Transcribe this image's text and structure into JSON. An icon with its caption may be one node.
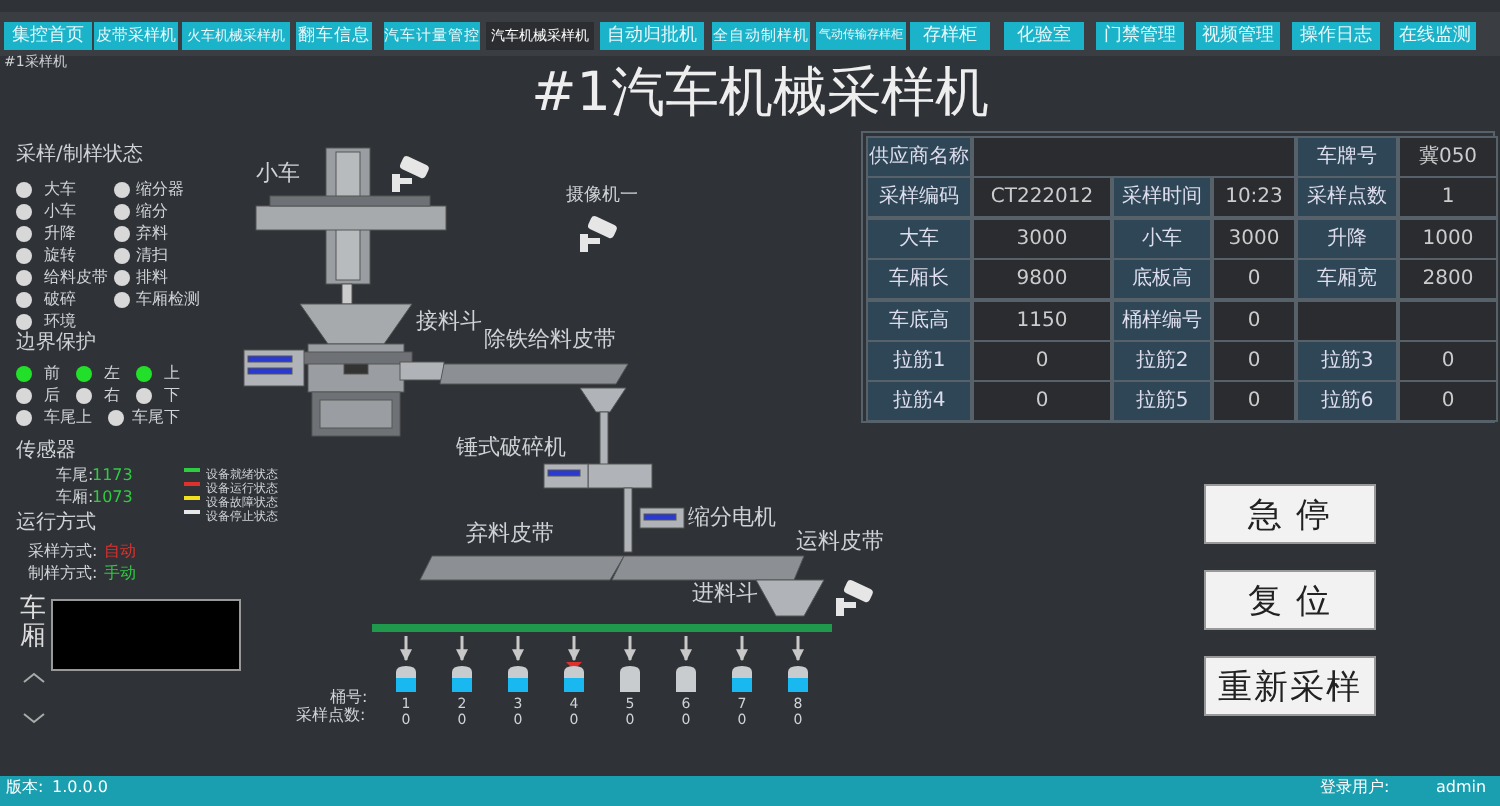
{
  "diagram": {
    "title": "#1汽车机械采样机",
    "nodes": [
      {
        "text": [
          "1",
          "0"
        ]
      },
      {
        "text": [
          "2",
          "0"
        ]
      },
      {
        "text": [
          "3",
          "0"
        ]
      },
      {
        "text": [
          "4",
          "0"
        ]
      },
      {
        "text": [
          "5",
          "0"
        ]
      },
      {
        "text": [
          "6",
          "0"
        ]
      },
      {
        "text": [
          "7",
          "0"
        ]
      },
      {
        "text": [
          "8",
          "0"
        ]
      },
      {
        "text": [],
        "shape": "box"
      }
    ],
    "edges": [
      {
        "from": null,
        "to": 0,
        "arrow": "to"
      },
      {
        "from": null,
        "to": 1,
        "arrow": "to"
      },
      {
        "from": null,
        "to": 2,
        "arrow": "to"
      },
      {
        "from": null,
        "to": 3,
        "arrow": "to"
      },
      {
        "from": null,
        "to": 4,
        "arrow": "to"
      },
      {
        "from": null,
        "to": 5,
        "arrow": "to"
      },
      {
        "from": null,
        "to": 6,
        "arrow": "to"
      },
      {
        "from": null,
        "to": 7,
        "arrow": "to"
      }
    ],
    "labels": [
      "#1采样机",
      "集控首页",
      "皮带采样机",
      "火车机械采样机",
      "翻车信息",
      "汽车计量管控",
      "汽车机械采样机",
      "自动归批机",
      "全自动制样机",
      "气动传输存样柜",
      "存样柜",
      "化验室",
      "门禁管理",
      "视频管理",
      "操作日志",
      "在线监测",
      "采样/制样状态",
      "大车",
      "缩分器",
      "小车",
      "缩分",
      "升降",
      "弃料",
      "旋转",
      "清扫",
      "给料皮带",
      "排料",
      "破碎",
      "车厢检测",
      "环境",
      "边界保护",
      "前",
      "左",
      "上",
      "后",
      "右",
      "下",
      "车尾上",
      "车尾下",
      "传感器",
      "车尾:",
      "1173",
      "车厢:",
      "1073",
      "运行方式",
      "采样方式:",
      "自动",
      "制样方式:",
      "手动",
      "车厢",
      "供应商名称",
      "车牌号",
      "冀050",
      "采样编码",
      "CT222012",
      "采样时间",
      "10:23",
      "采样点数",
      "1",
      "大车",
      "3000",
      "小车",
      "3000",
      "升降",
      "1000",
      "车厢长",
      "9800",
      "底板高",
      "0",
      "车厢宽",
      "2800",
      "车底高",
      "1150",
      "桶样编号",
      "0",
      "拉筋1",
      "0",
      "拉筋2",
      "0",
      "拉筋3",
      "0",
      "拉筋4",
      "0",
      "拉筋5",
      "0",
      "拉筋6",
      "0",
      "急 停",
      "复 位",
      "重新采样",
      "小车",
      "摄像机一",
      "接料斗",
      "除铁给料皮带",
      "锤式破碎机",
      "缩分电机",
      "弃料皮带",
      "运料皮带",
      "进料斗",
      "桶号:",
      "采样点数:",
      "版本:",
      "1.0.0.0",
      "登录用户:",
      "admin"
    ],
    "legend": [
      {
        "text": "设备就绪状态",
        "color": "#2ecc40"
      },
      {
        "text": "设备运行状态",
        "color": "#e0302c"
      },
      {
        "text": "设备故障状态",
        "color": "#f0e020"
      },
      {
        "text": "设备停止状态",
        "color": "#e8e8e8"
      }
    ]
  }
}
